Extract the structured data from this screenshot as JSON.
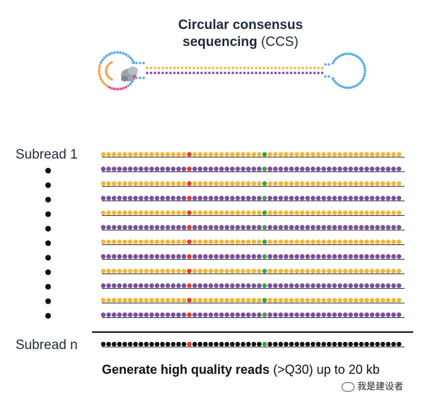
{
  "title": {
    "line1": "Circular consensus",
    "line2_bold": "sequencing",
    "line2_rest": " (CCS)"
  },
  "labels": {
    "first": "Subread 1",
    "last": "Subread n"
  },
  "footer": {
    "bold": "Generate high quality reads",
    "rest": " (>Q30) up to 20 kb"
  },
  "watermark": "我是建设者",
  "colors": {
    "yellow": "#f2b63c",
    "purple": "#7b4fa0",
    "black": "#111111",
    "red": "#e53a2e",
    "green": "#3fa34d",
    "loop_blue": "#5aaee0",
    "loop_orange": "#f2a04a",
    "loop_pink": "#e84f8c"
  },
  "reads": {
    "pattern": [
      "yellow",
      "purple",
      "yellow",
      "purple",
      "yellow",
      "purple",
      "yellow",
      "purple",
      "yellow",
      "purple",
      "yellow",
      "purple"
    ],
    "consensus": "black"
  }
}
